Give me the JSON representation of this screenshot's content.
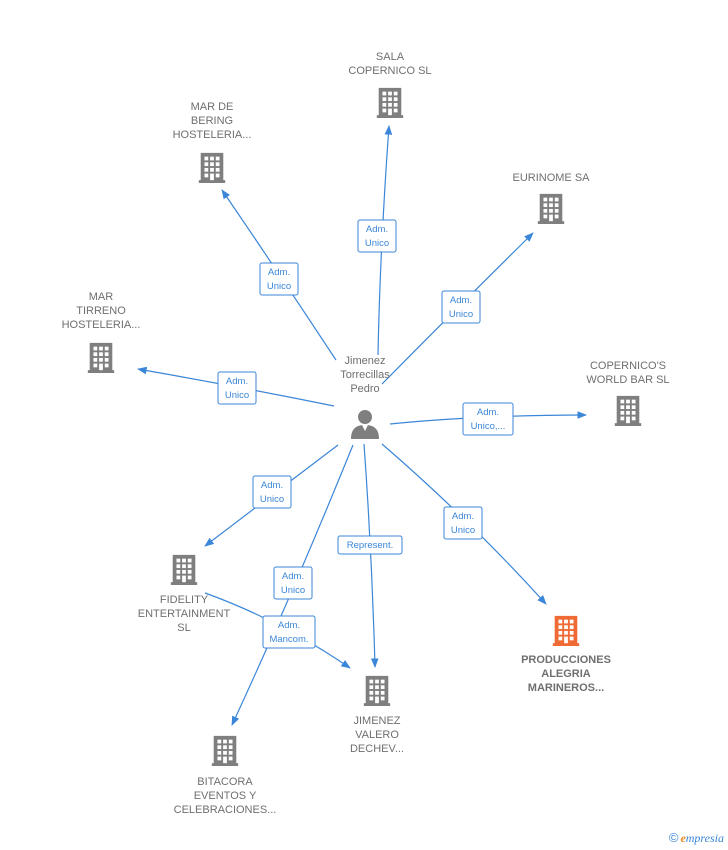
{
  "colors": {
    "edge": "#3b86d8",
    "node": "#7f7f7f",
    "highlight": "#f06a35",
    "label": "#6f6f6f"
  },
  "center": {
    "id": "person",
    "icon": "person-icon",
    "lines": [
      "Jimenez",
      "Torrecillas",
      "Pedro"
    ]
  },
  "companies": [
    {
      "id": "sala",
      "icon": "building-icon",
      "lines": [
        "SALA",
        "COPERNICO  SL"
      ],
      "highlight": false
    },
    {
      "id": "mardebering",
      "icon": "building-icon",
      "lines": [
        "MAR DE",
        "BERING",
        "HOSTELERIA..."
      ],
      "highlight": false
    },
    {
      "id": "eurinome",
      "icon": "building-icon",
      "lines": [
        "EURINOME SA"
      ],
      "highlight": false
    },
    {
      "id": "martirreno",
      "icon": "building-icon",
      "lines": [
        "MAR",
        "TIRRENO",
        "HOSTELERIA..."
      ],
      "highlight": false
    },
    {
      "id": "copernicos",
      "icon": "building-icon",
      "lines": [
        "COPERNICO'S",
        "WORLD BAR  SL"
      ],
      "highlight": false
    },
    {
      "id": "fidelity",
      "icon": "building-icon",
      "lines": [
        "FIDELITY",
        "ENTERTAINMENT",
        "SL"
      ],
      "highlight": false
    },
    {
      "id": "producciones",
      "icon": "building-icon",
      "lines": [
        "PRODUCCIONES",
        "ALEGRIA",
        "MARINEROS..."
      ],
      "highlight": true
    },
    {
      "id": "jimenezvalero",
      "icon": "building-icon",
      "lines": [
        "JIMENEZ",
        "VALERO",
        "DECHEV..."
      ],
      "highlight": false
    },
    {
      "id": "bitacora",
      "icon": "building-icon",
      "lines": [
        "BITACORA",
        "EVENTOS Y",
        "CELEBRACIONES..."
      ],
      "highlight": false
    }
  ],
  "edges": [
    {
      "to": "sala",
      "lines": [
        "Adm.",
        "Unico"
      ]
    },
    {
      "to": "mardebering",
      "lines": [
        "Adm.",
        "Unico"
      ]
    },
    {
      "to": "eurinome",
      "lines": [
        "Adm.",
        "Unico"
      ]
    },
    {
      "to": "martirreno",
      "lines": [
        "Adm.",
        "Unico"
      ]
    },
    {
      "to": "copernicos",
      "lines": [
        "Adm.",
        "Unico,..."
      ]
    },
    {
      "to": "fidelity",
      "lines": [
        "Adm.",
        "Unico"
      ]
    },
    {
      "to": "producciones",
      "lines": [
        "Adm.",
        "Unico"
      ]
    },
    {
      "to": "jimenezvalero",
      "lines": [
        "Represent."
      ]
    },
    {
      "to": "bitacora",
      "lines": [
        "Adm.",
        "Unico"
      ]
    },
    {
      "from": "fidelity",
      "to": "jimenezvalero",
      "lines": [
        "Adm.",
        "Mancom."
      ]
    }
  ],
  "watermark": {
    "symbol": "©",
    "brand_initial": "e",
    "brand_rest": "mpresia"
  }
}
